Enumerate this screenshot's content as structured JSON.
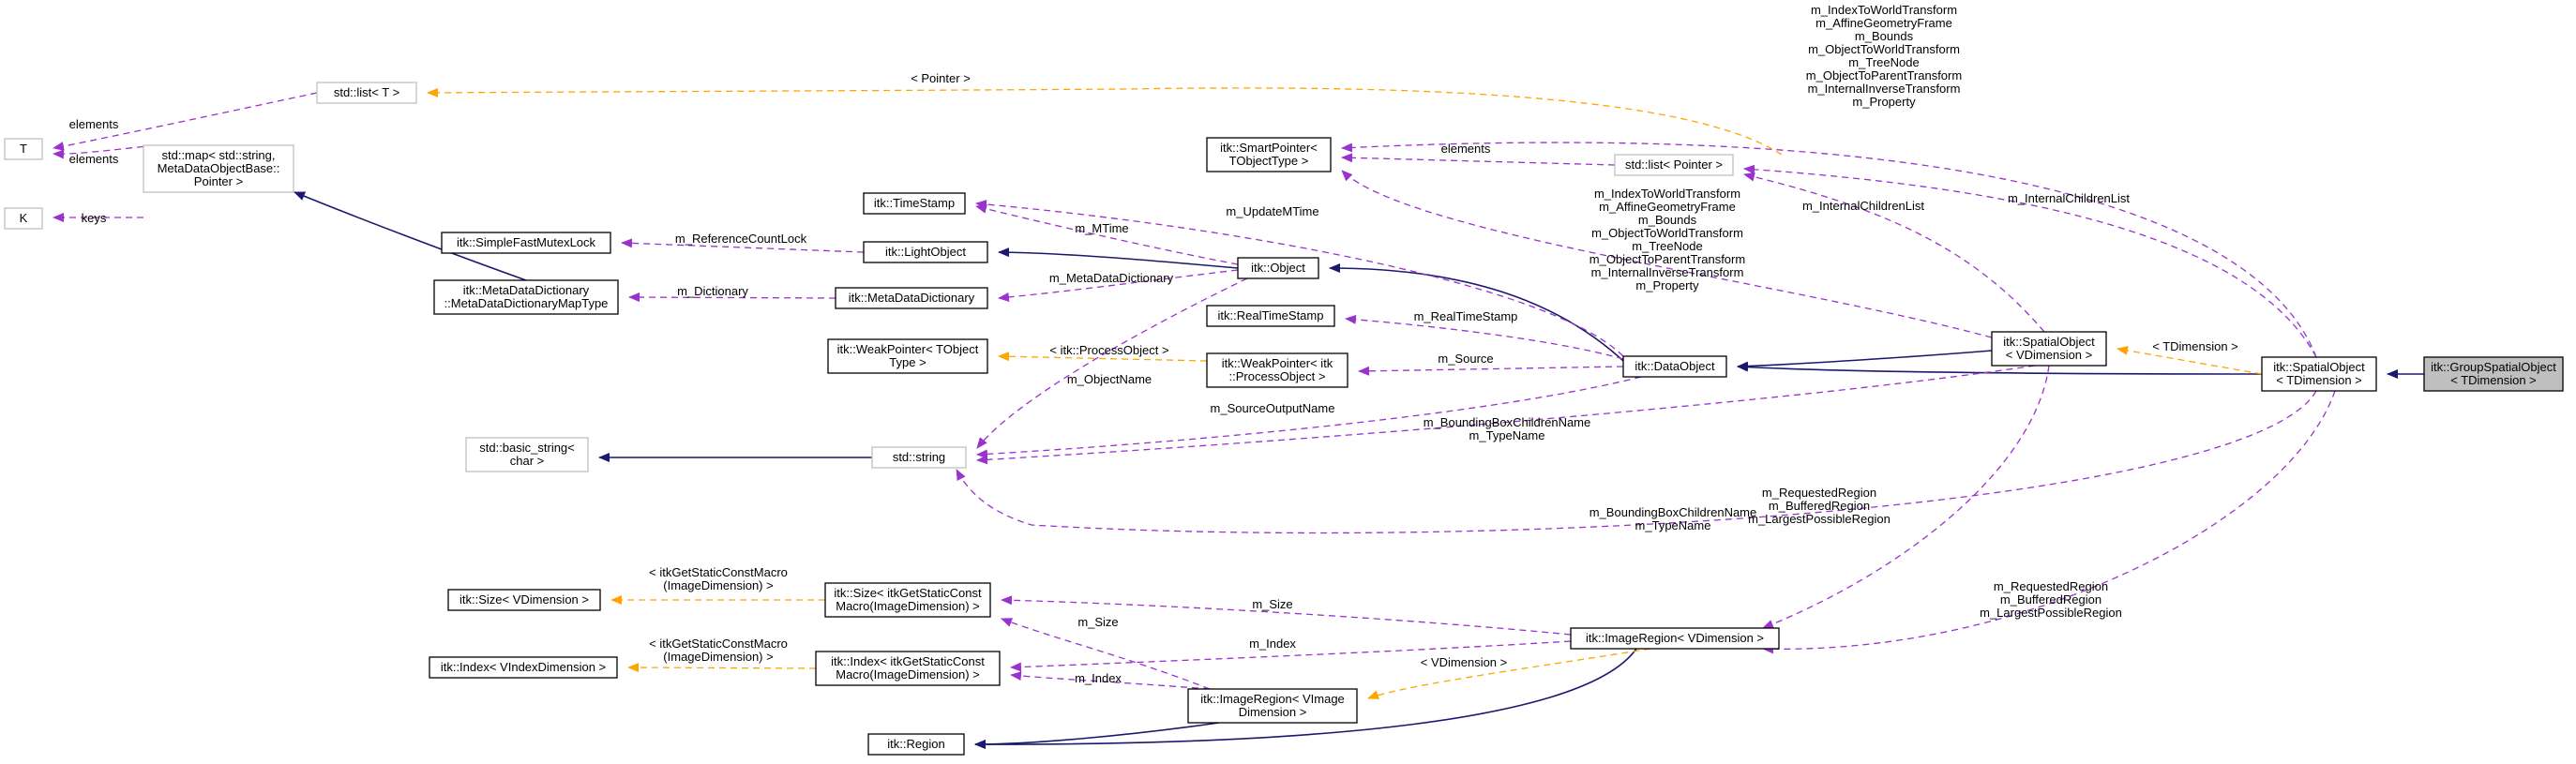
{
  "nodes": {
    "group_spatial_object": [
      "itk::GroupSpatialObject",
      "< TDimension >"
    ],
    "spatial_object_t": [
      "itk::SpatialObject",
      "< TDimension >"
    ],
    "spatial_object_v": [
      "itk::SpatialObject",
      "< VDimension >"
    ],
    "data_object": [
      "itk::DataObject"
    ],
    "object": [
      "itk::Object"
    ],
    "light_object": [
      "itk::LightObject"
    ],
    "simple_fast_mutex_lock": [
      "itk::SimpleFastMutexLock"
    ],
    "time_stamp": [
      "itk::TimeStamp"
    ],
    "meta_data_dictionary": [
      "itk::MetaDataDictionary"
    ],
    "meta_data_dictionary_map_type": [
      "itk::MetaDataDictionary",
      "::MetaDataDictionaryMapType"
    ],
    "std_map": [
      "std::map< std::string,",
      "MetaDataObjectBase::",
      "Pointer >"
    ],
    "t": [
      "T"
    ],
    "k": [
      "K"
    ],
    "std_list_t": [
      "std::list< T >"
    ],
    "smart_pointer": [
      "itk::SmartPointer<",
      "TObjectType >"
    ],
    "std_list_pointer": [
      "std::list< Pointer >"
    ],
    "real_time_stamp": [
      "itk::RealTimeStamp"
    ],
    "weak_pointer_process_object": [
      "itk::WeakPointer< itk",
      "::ProcessObject >"
    ],
    "weak_pointer_t": [
      "itk::WeakPointer< TObject",
      "Type >"
    ],
    "std_string": [
      "std::string"
    ],
    "basic_string": [
      "std::basic_string<",
      "char >"
    ],
    "image_region_v": [
      "itk::ImageRegion< VDimension >"
    ],
    "size_macro": [
      "itk::Size< itkGetStaticConst",
      "Macro(ImageDimension) >"
    ],
    "index_macro": [
      "itk::Index< itkGetStaticConst",
      "Macro(ImageDimension) >"
    ],
    "size_v": [
      "itk::Size< VDimension >"
    ],
    "index_v": [
      "itk::Index< VIndexDimension >"
    ],
    "image_region_vimage": [
      "itk::ImageRegion< VImage",
      "Dimension >"
    ],
    "region": [
      "itk::Region"
    ]
  },
  "edge_labels": {
    "elements_t": [
      "elements"
    ],
    "elements_map": [
      "elements"
    ],
    "keys": [
      "keys"
    ],
    "pointer": [
      "< Pointer >"
    ],
    "m_reference_count_lock": [
      "m_ReferenceCountLock"
    ],
    "m_mtime": [
      "m_MTime"
    ],
    "m_update_mtime": [
      "m_UpdateMTime"
    ],
    "m_dictionary": [
      "m_Dictionary"
    ],
    "m_meta_data_dictionary": [
      "m_MetaDataDictionary"
    ],
    "elements_list": [
      "elements"
    ],
    "top_members": [
      "m_IndexToWorldTransform",
      "m_AffineGeometryFrame",
      "m_Bounds",
      "m_ObjectToWorldTransform",
      "m_TreeNode",
      "m_ObjectToParentTransform",
      "m_InternalInverseTransform",
      "m_Property"
    ],
    "mid_members": [
      "m_IndexToWorldTransform",
      "m_AffineGeometryFrame",
      "m_Bounds",
      "m_ObjectToWorldTransform",
      "m_TreeNode",
      "m_ObjectToParentTransform",
      "m_InternalInverseTransform",
      "m_Property"
    ],
    "internal_children_v": [
      "m_InternalChildrenList"
    ],
    "internal_children_t": [
      "m_InternalChildrenList"
    ],
    "m_real_time_stamp": [
      "m_RealTimeStamp"
    ],
    "process_object": [
      "< itk::ProcessObject >"
    ],
    "m_source": [
      "m_Source"
    ],
    "m_object_name": [
      "m_ObjectName"
    ],
    "m_source_output_name": [
      "m_SourceOutputName"
    ],
    "bbox_upper": [
      "m_BoundingBoxChildrenName",
      "m_TypeName"
    ],
    "bbox_lower": [
      "m_BoundingBoxChildrenName",
      "m_TypeName"
    ],
    "tdimension": [
      "< TDimension >"
    ],
    "regions_v": [
      "m_RequestedRegion",
      "m_BufferedRegion",
      "m_LargestPossibleRegion"
    ],
    "regions_t": [
      "m_RequestedRegion",
      "m_BufferedRegion",
      "m_LargestPossibleRegion"
    ],
    "size_macro_tmpl": [
      "< itkGetStaticConstMacro",
      "(ImageDimension) >"
    ],
    "index_macro_tmpl": [
      "< itkGetStaticConstMacro",
      "(ImageDimension) >"
    ],
    "m_size_top": [
      "m_Size"
    ],
    "m_index_top": [
      "m_Index"
    ],
    "m_size_low": [
      "m_Size"
    ],
    "m_index_low": [
      "m_Index"
    ],
    "vdimension": [
      "< VDimension >"
    ]
  },
  "colors": {
    "inheritance": "#191970",
    "usage": "#9a32cd",
    "template": "#ffa500",
    "focus_fill": "#bfbfbf",
    "undocumented_border": "#bfbfbf"
  }
}
